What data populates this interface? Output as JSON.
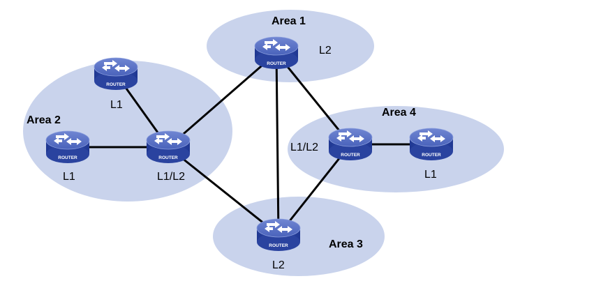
{
  "areas": [
    {
      "id": "area1",
      "label": "Area 1"
    },
    {
      "id": "area2",
      "label": "Area 2"
    },
    {
      "id": "area3",
      "label": "Area 3"
    },
    {
      "id": "area4",
      "label": "Area 4"
    }
  ],
  "routers": [
    {
      "id": "r-area1",
      "level": "L2",
      "badge": "ROUTER"
    },
    {
      "id": "r-area2-top",
      "level": "L1",
      "badge": "ROUTER"
    },
    {
      "id": "r-area2-left",
      "level": "L1",
      "badge": "ROUTER"
    },
    {
      "id": "r-area2-border",
      "level": "L1/L2",
      "badge": "ROUTER"
    },
    {
      "id": "r-area4-border",
      "level": "L1/L2",
      "badge": "ROUTER"
    },
    {
      "id": "r-area4-right",
      "level": "L1",
      "badge": "ROUTER"
    },
    {
      "id": "r-area3",
      "level": "L2",
      "badge": "ROUTER"
    }
  ],
  "links": [
    [
      "r-area2-top",
      "r-area2-border"
    ],
    [
      "r-area2-left",
      "r-area2-border"
    ],
    [
      "r-area2-border",
      "r-area1"
    ],
    [
      "r-area2-border",
      "r-area3"
    ],
    [
      "r-area1",
      "r-area3"
    ],
    [
      "r-area1",
      "r-area4-border"
    ],
    [
      "r-area3",
      "r-area4-border"
    ],
    [
      "r-area4-border",
      "r-area4-right"
    ]
  ],
  "colors": {
    "area_fill": "#c9d3ec",
    "router_top": "#5a73c4",
    "router_body": "#2d47a8",
    "link": "#000000"
  }
}
